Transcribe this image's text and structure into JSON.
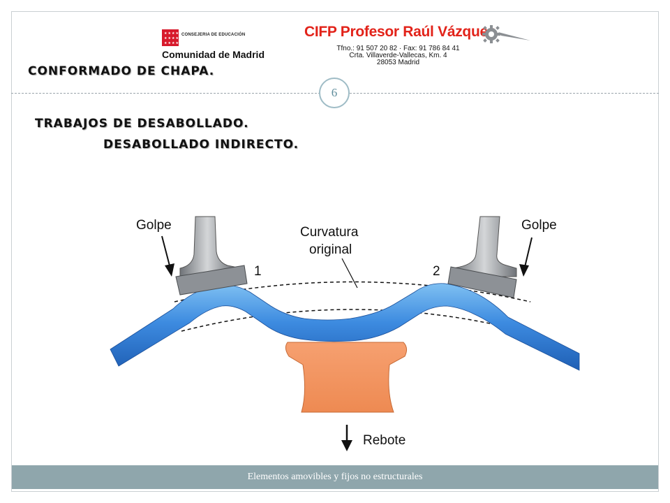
{
  "header": {
    "cam_sub": "CONSEJERIA DE EDUCACIÓN",
    "cam_name": "Comunidad de Madrid",
    "cifp_name": "CIFP Profesor Raúl Vázquez",
    "cifp_phone": "Tfno.: 91 507 20 82 · Fax: 91 786 84 41",
    "cifp_address": "Crta. Villaverde-Vallecas, Km. 4",
    "cifp_city": "28053 Madrid"
  },
  "slide": {
    "page_number": "6",
    "title": "Conformado de chapa.",
    "subtitle": "Trabajos de desabollado.",
    "section": "Desabollado indirecto."
  },
  "diagram": {
    "label_golpe_left": "Golpe",
    "label_golpe_right": "Golpe",
    "label_curvatura_1": "Curvatura",
    "label_curvatura_2": "original",
    "label_num_1": "1",
    "label_num_2": "2",
    "label_rebote": "Rebote",
    "colors": {
      "sheet": "#3a86d9",
      "dolly": "#f1935f",
      "hammer": "#8d9196"
    }
  },
  "footer": {
    "text": "Elementos amovibles y fijos no estructurales"
  }
}
